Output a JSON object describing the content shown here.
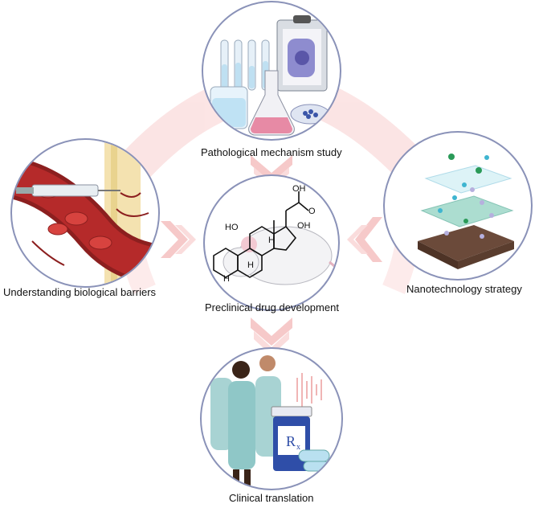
{
  "nodes": {
    "top": {
      "label": "Pathological mechanism study"
    },
    "left": {
      "label": "Understanding biological barriers"
    },
    "center": {
      "label": "Preclinical drug development"
    },
    "right": {
      "label": "Nanotechnology strategy"
    },
    "bottom": {
      "label": "Clinical translation"
    }
  },
  "chemistry": {
    "atoms": [
      "OH",
      "O",
      "HO",
      "OH",
      "H",
      "H",
      "H"
    ]
  },
  "pill_bottle": {
    "symbol": "R",
    "symbol_sub": "x"
  },
  "colors": {
    "circle_stroke": "#8a92b8",
    "arrow_fill": "#f6c9c9",
    "arrow_fill_light": "#fbe3e3",
    "vessel": "#b52a2a",
    "blood_cell": "#d7433f",
    "gown": "#8fc7c7",
    "bottle": "#2f4ea8"
  }
}
